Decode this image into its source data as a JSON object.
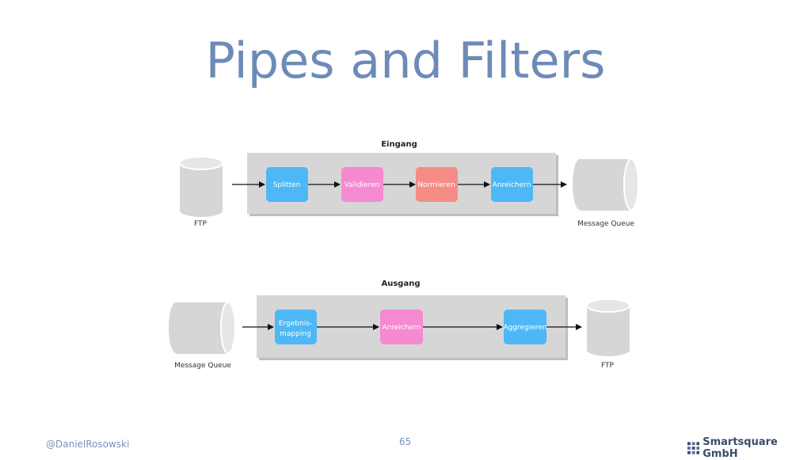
{
  "slide": {
    "title": "Pipes and Filters",
    "author": "@DanielRosowski",
    "page_number": "65",
    "brand": "Smartsquare GmbH",
    "logo_icon": "smartsquare-logo-icon"
  },
  "diagram": {
    "input": {
      "label": "Eingang",
      "source": "FTP",
      "target": "Message Queue",
      "filters": [
        {
          "label": "Splitten",
          "color": "#4db8f5"
        },
        {
          "label": "Validieren",
          "color": "#f58ad0"
        },
        {
          "label": "Normieren",
          "color": "#f58c86"
        },
        {
          "label": "Anreichern",
          "color": "#4db8f5"
        }
      ]
    },
    "output": {
      "label": "Ausgang",
      "source": "Message Queue",
      "target": "FTP",
      "filters": [
        {
          "label_line1": "Ergebnis-",
          "label_line2": "mapping",
          "color": "#4db8f5"
        },
        {
          "label": "Anreichern",
          "color": "#f58ad0"
        },
        {
          "label": "Aggregieren",
          "color": "#4db8f5"
        }
      ]
    }
  },
  "colors": {
    "title": "#6d8bb8",
    "container": "#d6d6d6",
    "storage": "#d6d6d6"
  }
}
